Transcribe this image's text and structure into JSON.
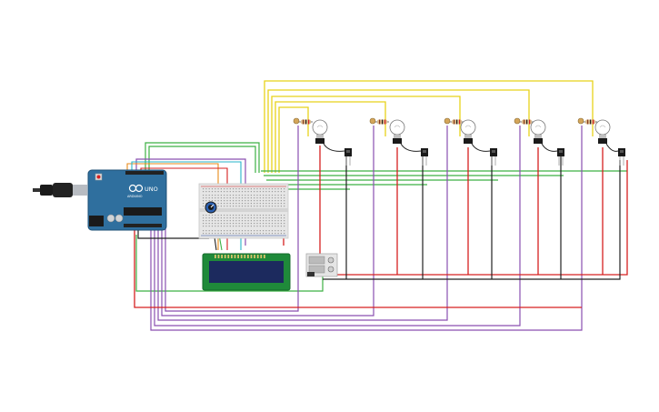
{
  "arduino": {
    "label": "UNO",
    "brand_mark": "ARDUINO"
  },
  "colors": {
    "board_blue": "#2f6f9e",
    "lcd_green": "#1f8a3a",
    "lcd_screen": "#1c2a5e",
    "wire_red": "#d62020",
    "wire_black": "#222222",
    "wire_yellow": "#e8d21a",
    "wire_green": "#3cb043",
    "wire_purple": "#8a4fb0",
    "wire_cyan": "#27b5c9",
    "wire_orange": "#e88a1a"
  },
  "components": {
    "lamps": 5,
    "relays": 5,
    "resistors": 5
  }
}
